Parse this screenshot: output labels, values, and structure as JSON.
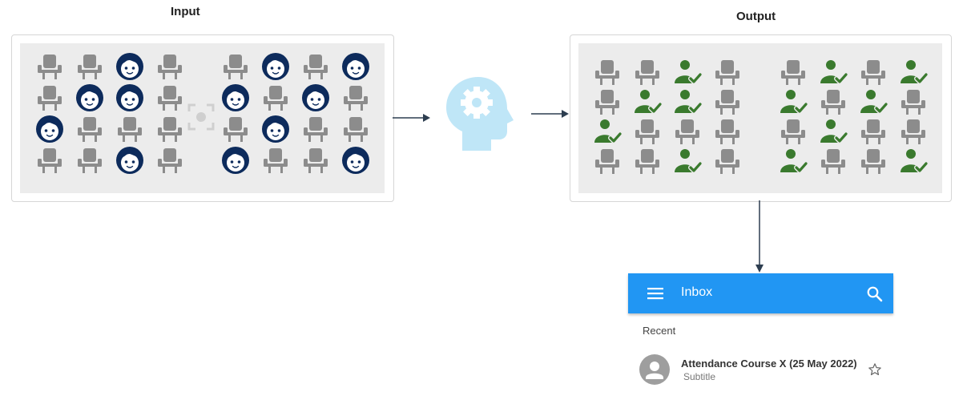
{
  "input": {
    "title": "Input",
    "grid_left": [
      [
        "chair",
        "chair",
        "person",
        "chair"
      ],
      [
        "chair",
        "person",
        "person",
        "chair"
      ],
      [
        "person",
        "chair",
        "chair",
        "chair"
      ],
      [
        "chair",
        "chair",
        "person",
        "chair"
      ]
    ],
    "grid_right": [
      [
        "chair",
        "person",
        "chair",
        "person"
      ],
      [
        "person",
        "chair",
        "person",
        "chair"
      ],
      [
        "chair",
        "person",
        "chair",
        "chair"
      ],
      [
        "person",
        "chair",
        "chair",
        "person"
      ]
    ]
  },
  "processor": {
    "icon": "head-gear-icon"
  },
  "output": {
    "title": "Output",
    "grid_left": [
      [
        "chair",
        "chair",
        "check",
        "chair"
      ],
      [
        "chair",
        "check",
        "check",
        "chair"
      ],
      [
        "check",
        "chair",
        "chair",
        "chair"
      ],
      [
        "chair",
        "chair",
        "check",
        "chair"
      ]
    ],
    "grid_right": [
      [
        "chair",
        "check",
        "chair",
        "check"
      ],
      [
        "check",
        "chair",
        "check",
        "chair"
      ],
      [
        "chair",
        "check",
        "chair",
        "chair"
      ],
      [
        "check",
        "chair",
        "chair",
        "check"
      ]
    ]
  },
  "inbox": {
    "title": "Inbox",
    "section": "Recent",
    "item_title": "Attendance Course X (25 May 2022)",
    "item_subtitle": "Subtitle"
  },
  "colors": {
    "appbar": "#2196f3",
    "chair": "#8c8c8c",
    "person": "#0d2b5c",
    "check": "#3a7a2e",
    "head": "#bfe6f7"
  }
}
